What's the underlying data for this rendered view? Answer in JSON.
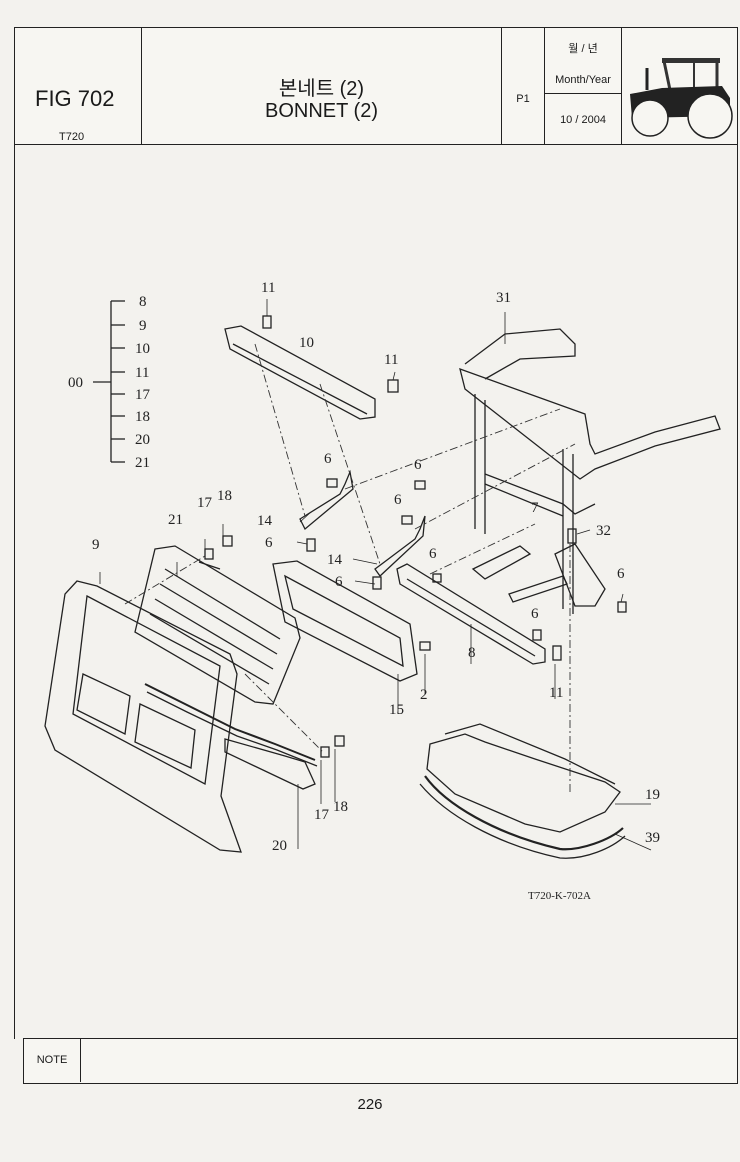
{
  "header": {
    "fig_label": "FIG 702",
    "model": "T720",
    "title_korean": "본네트 (2)",
    "title_english": "BONNET (2)",
    "page_code": "P1",
    "date_label_korean": "월 / 년",
    "date_label_english": "Month/Year",
    "date_value": "10 / 2004",
    "tractor_icon": "tractor-icon"
  },
  "diagram": {
    "callouts": {
      "c8": "8",
      "c9": "9",
      "c10": "10",
      "c11": "11",
      "c17": "17",
      "c18": "18",
      "c20": "20",
      "c21": "21",
      "c00": "00",
      "p11a": "11",
      "p10": "10",
      "p11b": "11",
      "p31": "31",
      "p6a": "6",
      "p6b": "6",
      "p6c": "6",
      "p14a": "14",
      "p6d": "6",
      "p14b": "14",
      "p6e": "6",
      "p7": "7",
      "p32": "32",
      "p6f": "6",
      "p6g": "6",
      "p6h": "6",
      "p17a": "17",
      "p18a": "18",
      "p21": "21",
      "p9": "9",
      "p8": "8",
      "p2": "2",
      "p15": "15",
      "p11c": "11",
      "p17b": "17",
      "p18b": "18",
      "p20": "20",
      "p19": "19",
      "p39": "39"
    },
    "drawing_ref": "T720-K-702A"
  },
  "footer": {
    "note_label": "NOTE",
    "page_number": "226"
  }
}
